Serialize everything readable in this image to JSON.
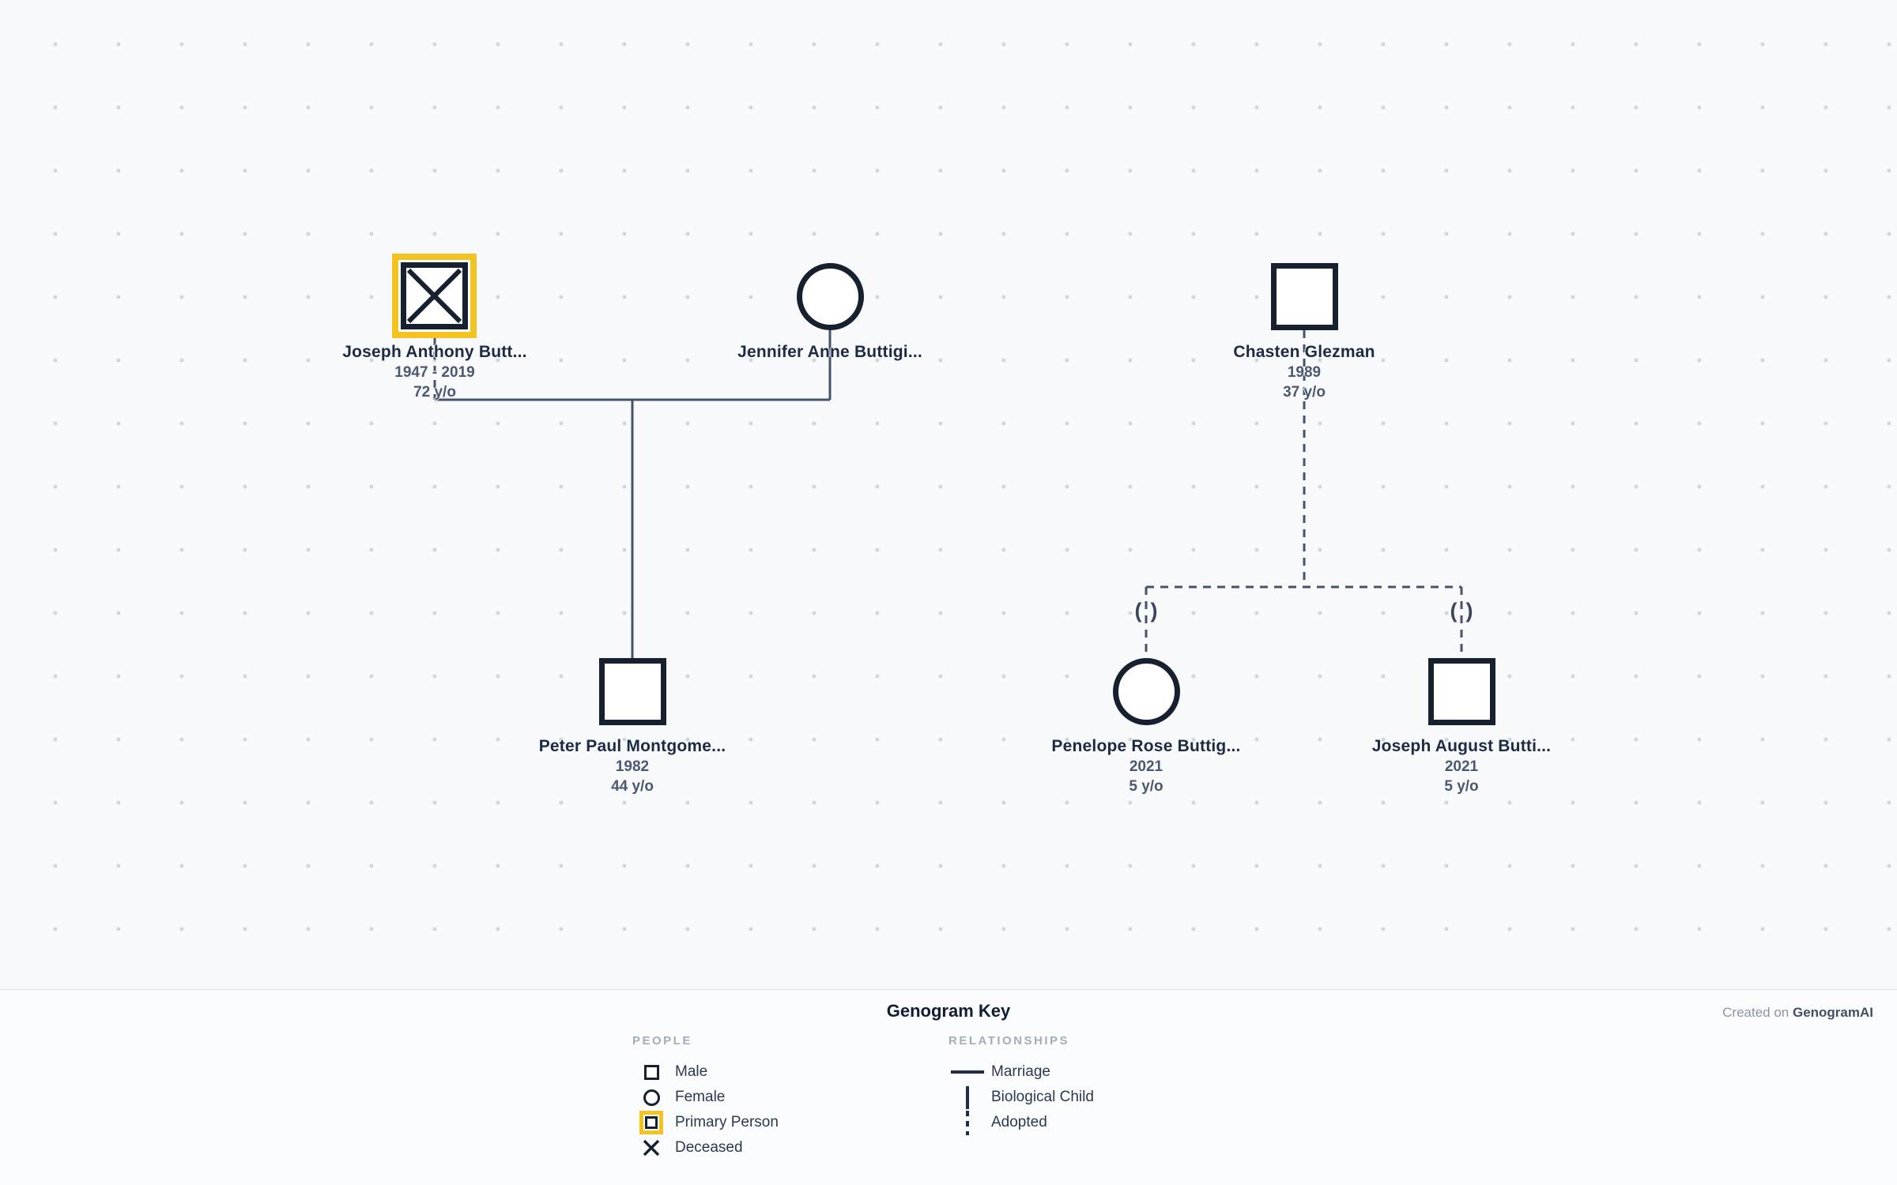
{
  "canvas": {
    "people": [
      {
        "name": "Joseph Anthony Butt...",
        "dates": "1947 - 2019",
        "age": "72 y/o"
      },
      {
        "name": "Jennifer Anne Buttigi..."
      },
      {
        "name": "Chasten Glezman",
        "dates": "1989",
        "age": "37 y/o"
      },
      {
        "name": "Peter Paul Montgome...",
        "dates": "1982",
        "age": "44 y/o"
      },
      {
        "name": "Penelope Rose Buttig...",
        "dates": "2021",
        "age": "5 y/o"
      },
      {
        "name": "Joseph August Butti...",
        "dates": "2021",
        "age": "5 y/o"
      }
    ],
    "adoption_marker": {
      "open": "(",
      "close": ")"
    }
  },
  "key": {
    "title": "Genogram Key",
    "people_header": "PEOPLE",
    "relationships_header": "RELATIONSHIPS",
    "people_items": [
      {
        "icon": "male-icon",
        "label": "Male"
      },
      {
        "icon": "female-icon",
        "label": "Female"
      },
      {
        "icon": "primary-person-icon",
        "label": "Primary Person"
      },
      {
        "icon": "deceased-icon",
        "label": "Deceased"
      }
    ],
    "relationship_items": [
      {
        "icon": "marriage-line-icon",
        "label": "Marriage"
      },
      {
        "icon": "biological-child-line-icon",
        "label": "Biological Child"
      },
      {
        "icon": "adopted-line-icon",
        "label": "Adopted"
      }
    ]
  },
  "footer": {
    "created_prefix": "Created on ",
    "brand": "GenogramAI"
  },
  "colors": {
    "accent_yellow": "#f3c320",
    "node_stroke": "#17202f",
    "connector_line": "#46536b",
    "name_text": "#1d2a44",
    "muted_text": "#4c5870",
    "canvas_bg": "#f8f9fb",
    "grid_dot": "#cfd5de"
  }
}
